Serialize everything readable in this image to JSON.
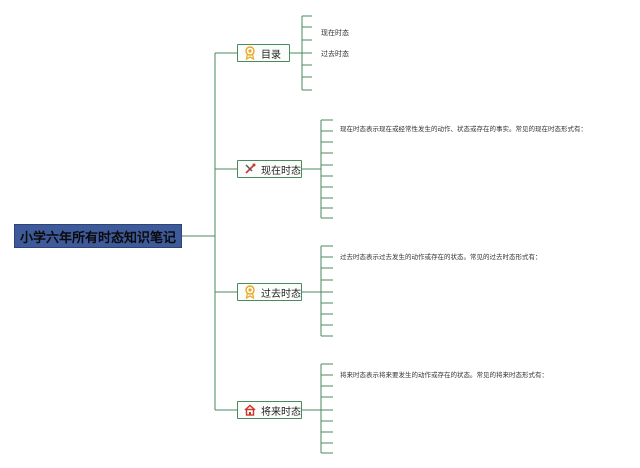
{
  "root": {
    "title": "小学六年所有时态知识笔记"
  },
  "branches": [
    {
      "label": "目录",
      "icon": "ribbon-icon",
      "icon_color": "#e9a821",
      "items": [
        "现在时态",
        "过去时态"
      ]
    },
    {
      "label": "现在时态",
      "icon": "tools-icon",
      "icon_color": "#d3342a",
      "description": "现在时态表示现在或经常性发生的动作、状态或存在的事实。常见的现在时态形式有："
    },
    {
      "label": "过去时态",
      "icon": "ribbon-icon",
      "icon_color": "#e9a821",
      "description": "过去时态表示过去发生的动作或存在的状态。常见的过去时态形式有："
    },
    {
      "label": "将来时态",
      "icon": "home-icon",
      "icon_color": "#d3342a",
      "description": "将来时态表示将来要发生的动作或存在的状态。常见的将来时态形式有："
    }
  ],
  "colors": {
    "line": "#4a8a5e",
    "root_fill": "#3e5a9a",
    "branch_border": "#4a8a5e"
  }
}
